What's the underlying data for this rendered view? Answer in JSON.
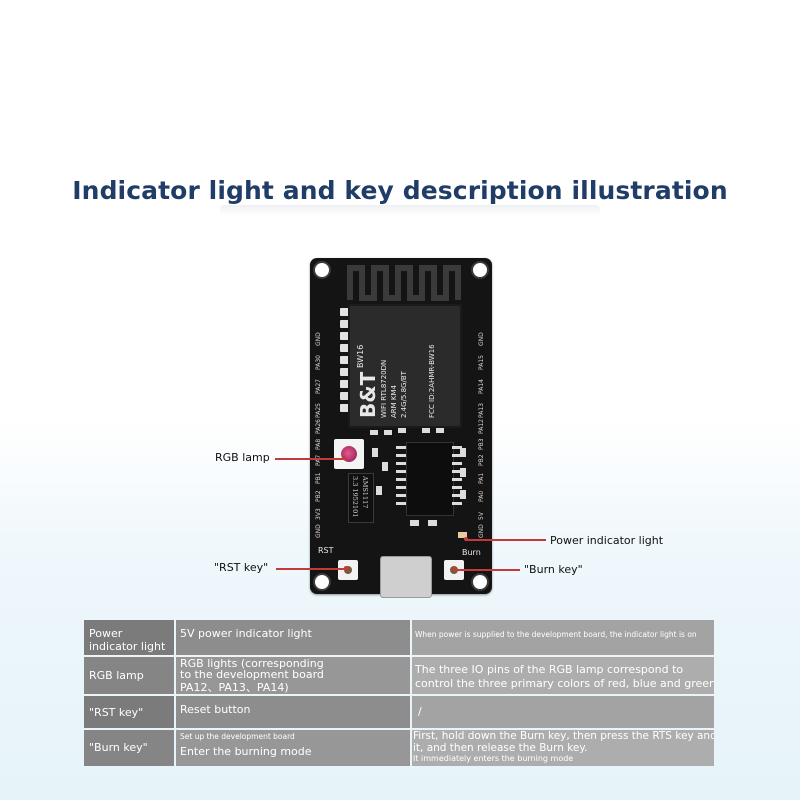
{
  "title": "Indicator light and key description illustration",
  "board": {
    "brand": "B&T",
    "model": "BW16",
    "module_lines": [
      "WIFI RTL8720DN",
      "ARM KM4",
      "2.4G/5.8G/BT"
    ],
    "fcc": "FCC ID:2AHMR-BW16",
    "left_pins": [
      "GND",
      "PA30",
      "PA27",
      "PA25",
      "PA26",
      "PA8",
      "PA7",
      "PB1",
      "PB2",
      "3V3",
      "GND"
    ],
    "right_pins": [
      "GND",
      "PA15",
      "PA14",
      "PA13",
      "PA12",
      "PB3",
      "PB2",
      "PA1",
      "PA0",
      "5V",
      "GND"
    ],
    "regulator_text": [
      "AMS1117",
      "3.3 1952101"
    ],
    "rst_label": "RST",
    "burn_label": "Burn"
  },
  "callouts": {
    "rgb_lamp": "RGB lamp",
    "power_indicator": "Power indicator light",
    "rst_key": "\"RST key\"",
    "burn_key": "\"Burn key\""
  },
  "table": [
    {
      "name": [
        "Power",
        "indicator light"
      ],
      "function": [
        "5V power indicator light"
      ],
      "description": [
        "When power is supplied to the development board, the indicator light is on"
      ]
    },
    {
      "name": [
        "RGB lamp"
      ],
      "function": [
        "RGB lights (corresponding",
        "to the development board",
        "PA12、PA13、PA14)"
      ],
      "description": [
        "The three IO pins of the RGB lamp correspond to",
        "control the three primary colors of red, blue and green"
      ]
    },
    {
      "name": [
        "\"RST key\""
      ],
      "function": [
        "Reset button"
      ],
      "description": [
        "/"
      ]
    },
    {
      "name": [
        "\"Burn key\""
      ],
      "function": [
        "Set up the development board",
        "Enter the burning mode"
      ],
      "description": [
        "First, hold down the Burn key, then press the RTS key and release",
        "it, and then release the Burn key.",
        "It immediately enters the burning mode"
      ]
    }
  ]
}
